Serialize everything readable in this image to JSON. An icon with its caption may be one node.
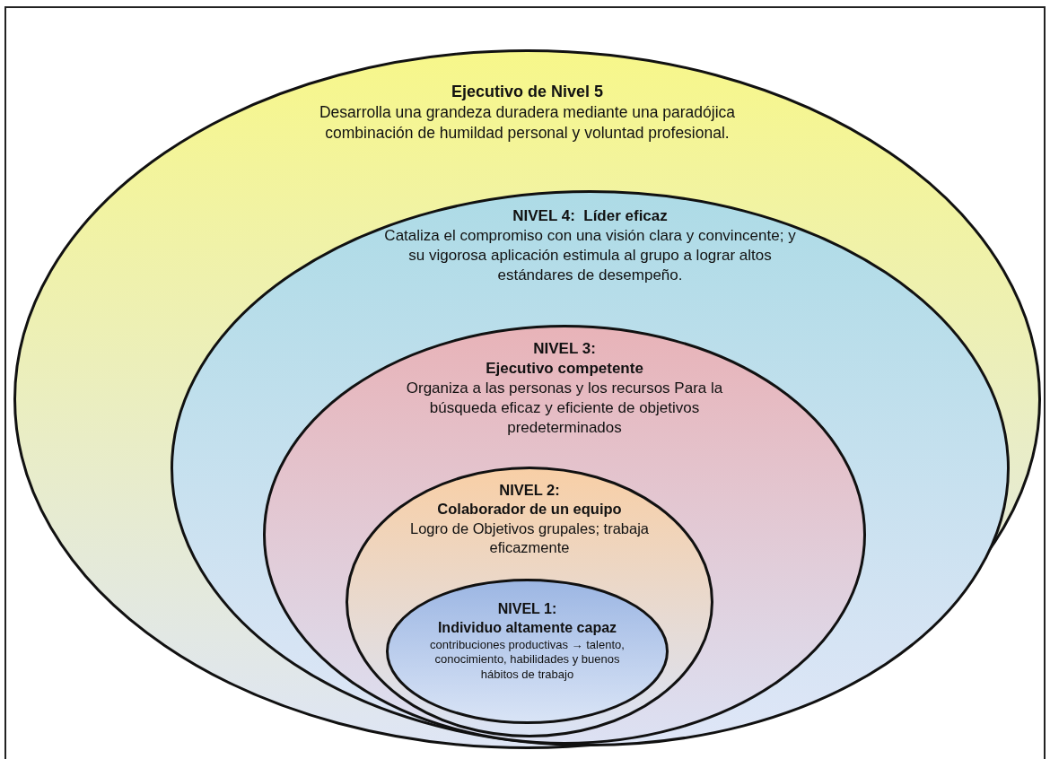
{
  "diagram": {
    "nodes": [
      {
        "text": [
          "Ejecutivo de Nivel 5",
          "Desarrolla una grandeza duradera mediante una paradójica combinación de humildad personal y voluntad profesional."
        ]
      },
      {
        "text": [
          "NIVEL 4:  Líder eficaz",
          "Cataliza el compromiso con una visión clara y convincente; y su vigorosa aplicación estimula al grupo a lograr altos estándares de desempeño."
        ],
        "in": 0
      },
      {
        "text": [
          "NIVEL 3:",
          "Ejecutivo competente",
          "Organiza a las personas y los recursos Para la búsqueda eficaz y eficiente de objetivos predeterminados"
        ],
        "in": 1
      },
      {
        "text": [
          "NIVEL 2:",
          "Colaborador de un equipo",
          "Logro de  Objetivos grupales; trabaja eficazmente"
        ],
        "in": 2
      },
      {
        "text": [
          "NIVEL 1:",
          "Individuo altamente capaz",
          "contribuciones productivas → talento, conocimiento, habilidades y buenos hábitos de trabajo"
        ],
        "in": 3
      }
    ]
  }
}
